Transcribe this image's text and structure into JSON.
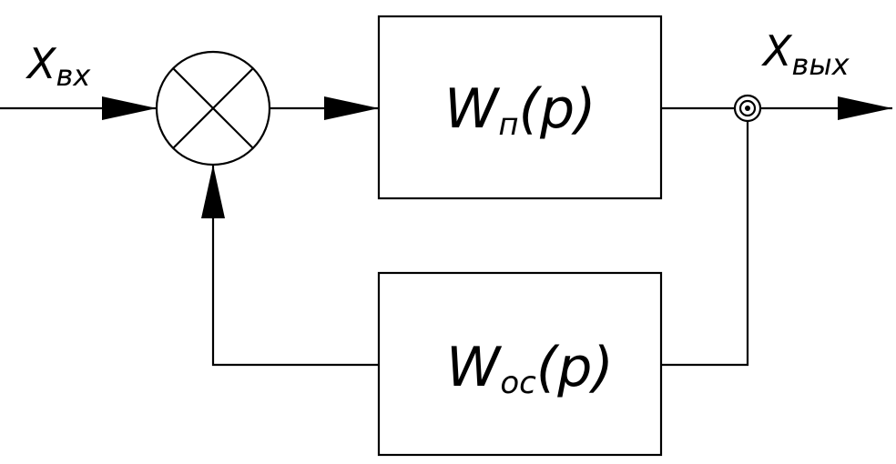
{
  "diagram": {
    "input_label": {
      "main": "X",
      "sub": "вх"
    },
    "output_label": {
      "main": "X",
      "sub": "вых"
    },
    "forward_block": {
      "main": "W",
      "sub": "п",
      "arg": "(p)"
    },
    "feedback_block": {
      "main": "W",
      "sub": "ос",
      "arg": "(p)"
    }
  }
}
